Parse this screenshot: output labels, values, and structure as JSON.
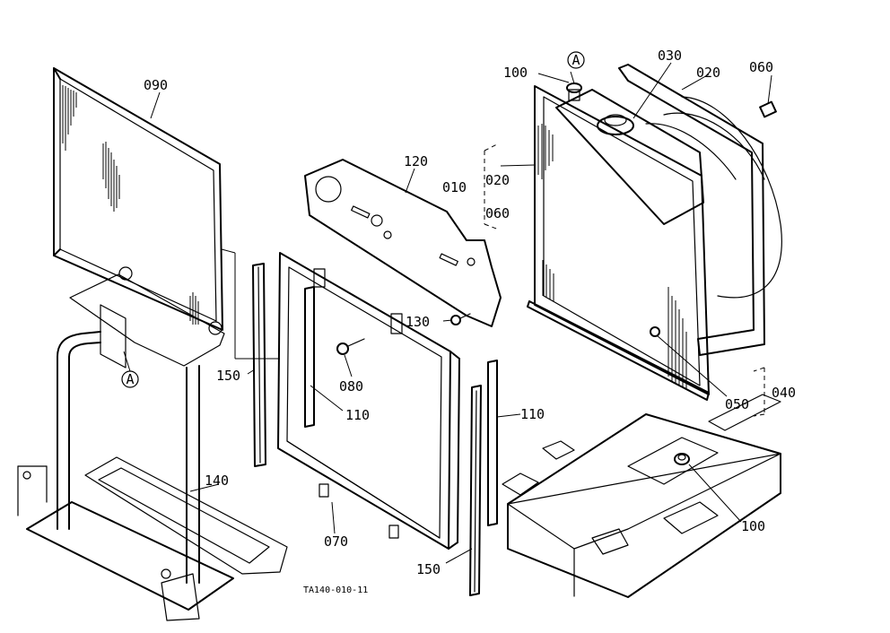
{
  "diagram": {
    "drawing_code": "TA140-010-11",
    "detail_marker": "A",
    "part_labels": {
      "p010": "010",
      "p020_top": "020",
      "p020_group": "020",
      "p030": "030",
      "p040": "040",
      "p050": "050",
      "p060_top": "060",
      "p060_group": "060",
      "p070": "070",
      "p080": "080",
      "p090": "090",
      "p100_top": "100",
      "p100_bottom": "100",
      "p110_left": "110",
      "p110_right": "110",
      "p120": "120",
      "p130": "130",
      "p140": "140",
      "p150_left": "150",
      "p150_bottom": "150"
    }
  }
}
